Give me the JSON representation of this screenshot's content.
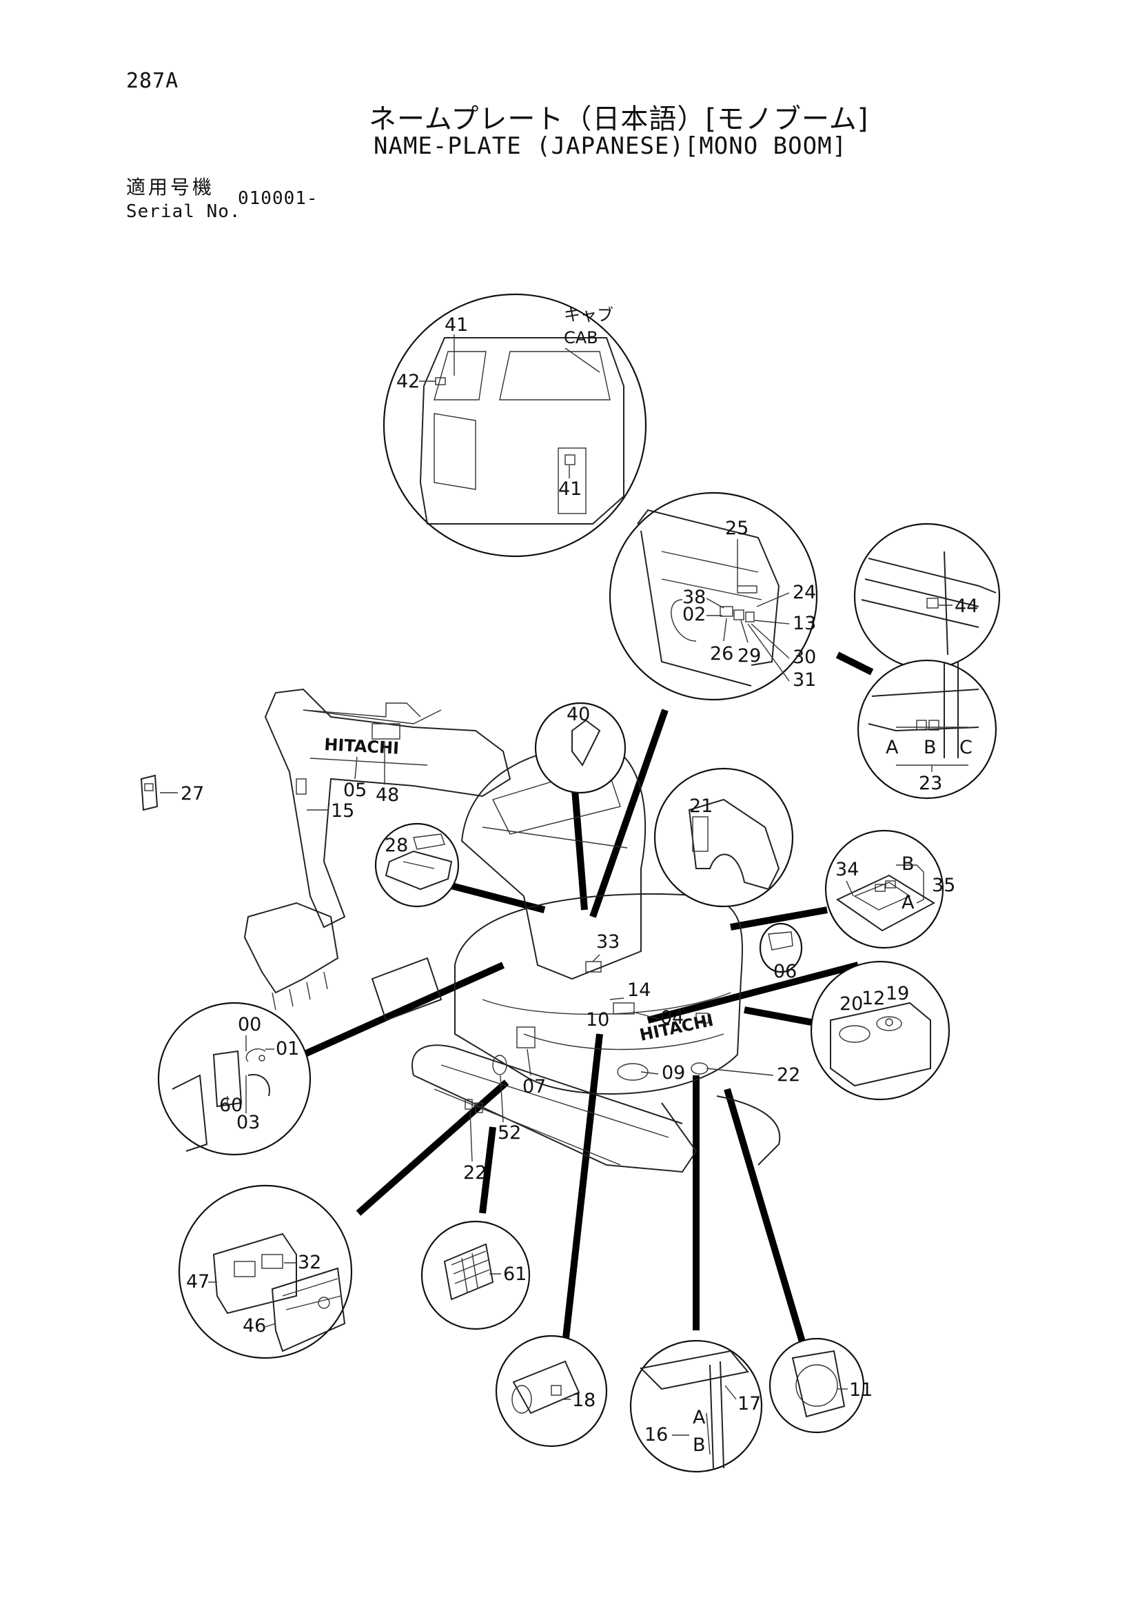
{
  "header": {
    "page_number": "287A",
    "title_jp": "ネームプレート（日本語）[モノブーム]",
    "title_en": "NAME-PLATE (JAPANESE)[MONO BOOM]",
    "serial_label_jp": "適用号機",
    "serial_label_en": "Serial No.",
    "serial_value": "010001-"
  },
  "diagram": {
    "cab_label_jp": "キャブ",
    "cab_label_en": "CAB",
    "brand_text": "HITACHI",
    "callouts": {
      "c41a": "41",
      "c42": "42",
      "c41b": "41",
      "c25": "25",
      "c24": "24",
      "c38": "38",
      "c02": "02",
      "c13": "13",
      "c26": "26",
      "c29": "29",
      "c30": "30",
      "c31": "31",
      "c44": "44",
      "c23": "23",
      "cA1": "A",
      "cB1": "B",
      "cC1": "C",
      "c40": "40",
      "c27": "27",
      "c05": "05",
      "c48": "48",
      "c15": "15",
      "c21": "21",
      "c28": "28",
      "c34": "34",
      "cB2": "B",
      "cA2": "A",
      "c35": "35",
      "c33": "33",
      "c06": "06",
      "c14": "14",
      "c04": "04",
      "c10": "10",
      "c20": "20",
      "c12": "12",
      "c19": "19",
      "c00": "00",
      "c01": "01",
      "c60": "60",
      "c03": "03",
      "c07": "07",
      "c09": "09",
      "c22a": "22",
      "c52": "52",
      "c22b": "22",
      "c32": "32",
      "c47": "47",
      "c46": "46",
      "c61": "61",
      "c18": "18",
      "c17": "17",
      "cA3": "A",
      "c16": "16",
      "cB3": "B",
      "c11": "11"
    }
  }
}
